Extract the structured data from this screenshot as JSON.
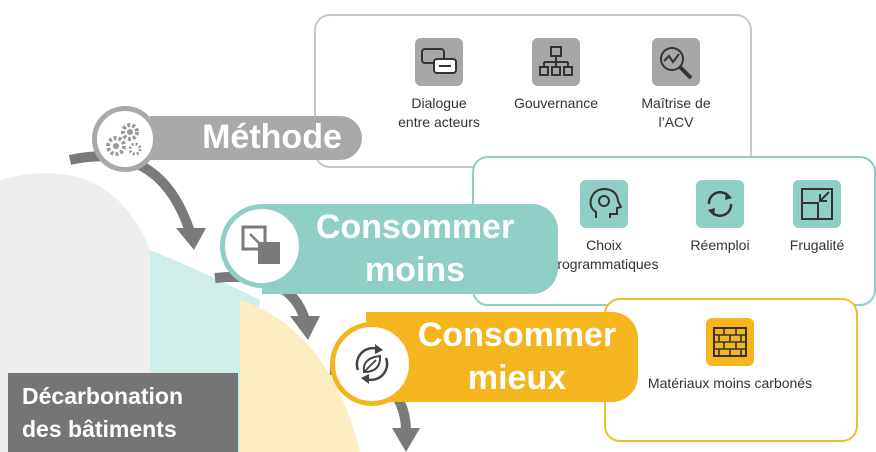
{
  "stages": {
    "methode": {
      "label": "Méthode",
      "color": "#a9a9a9",
      "icon": "gears-icon"
    },
    "consommer_moins": {
      "label": "Consommer\nmoins",
      "color": "#8fcfc6",
      "icon": "resize-squares-icon"
    },
    "consommer_mieux": {
      "label": "Consommer\nmieux",
      "color": "#f4b51f",
      "icon": "recycle-leaf-icon"
    }
  },
  "methode_items": [
    {
      "label": "Dialogue\nentre acteurs",
      "icon": "chat-bubbles-icon"
    },
    {
      "label": "Gouvernance",
      "icon": "org-chart-icon"
    },
    {
      "label": "Maîtrise de\nl’ACV",
      "icon": "magnifier-chart-icon"
    }
  ],
  "moins_items": [
    {
      "label": "Choix\nprogrammatiques",
      "icon": "head-gear-icon"
    },
    {
      "label": "Réemploi",
      "icon": "cycle-arrows-icon"
    },
    {
      "label": "Frugalité",
      "icon": "shrink-frame-icon"
    }
  ],
  "mieux_items": [
    {
      "label": "Matériaux moins carbonés",
      "icon": "brick-wall-icon"
    }
  ],
  "goal": {
    "label": "Décarbonation\ndes bâtiments"
  }
}
